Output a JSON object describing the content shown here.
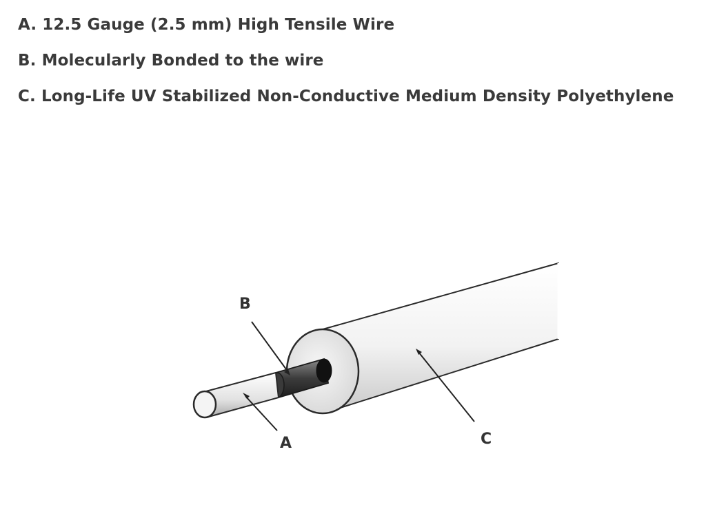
{
  "legend": {
    "items": [
      {
        "letter": "A.",
        "text": "12.5 Gauge (2.5 mm) High Tensile Wire"
      },
      {
        "letter": "B.",
        "text": "Molecularly Bonded to the wire"
      },
      {
        "letter": "C.",
        "text": "Long-Life UV Stabilized Non-Conductive Medium Density Polyethylene"
      }
    ]
  },
  "diagram": {
    "callouts": {
      "a": "A",
      "b": "B",
      "c": "C"
    }
  }
}
